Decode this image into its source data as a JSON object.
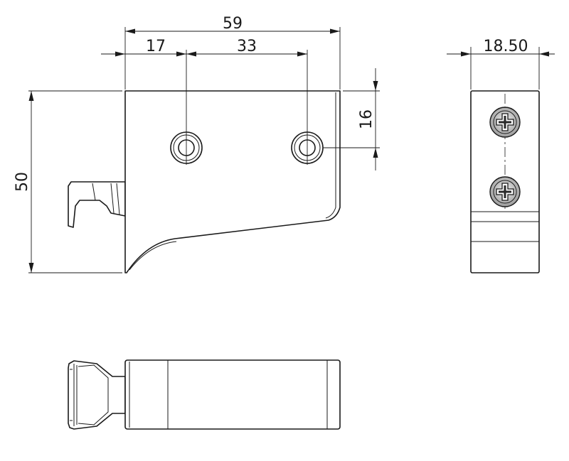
{
  "dimensions": {
    "overall_width": "59",
    "hole_offset": "17",
    "hole_spacing": "33",
    "hole_height": "16",
    "height": "50",
    "depth": "18.50"
  },
  "colors": {
    "line": "#1a1a1a",
    "background": "#ffffff"
  }
}
